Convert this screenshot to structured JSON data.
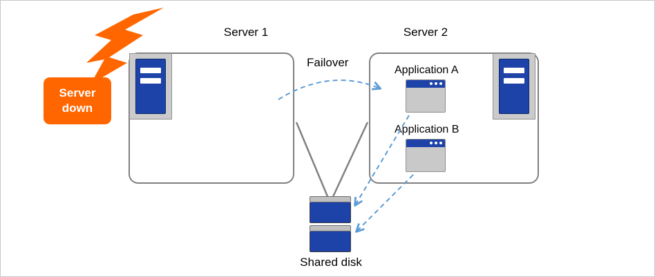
{
  "colors": {
    "accent_orange": "#FF6600",
    "node_blue": "#1E43A8",
    "dashed_arrow_blue": "#5B9BD5",
    "connector_gray": "#808080",
    "icon_frame_gray": "#CBCBCB",
    "box_border_gray": "#7F7F7F"
  },
  "callout": {
    "label": "Server down"
  },
  "servers": [
    {
      "label": "Server 1"
    },
    {
      "label": "Server 2"
    }
  ],
  "failover": {
    "label": "Failover"
  },
  "applications": [
    {
      "label": "Application A"
    },
    {
      "label": "Application B"
    }
  ],
  "shared_disk": {
    "label": "Shared disk"
  },
  "icons": {
    "lightning": "lightning-bolt",
    "server": "server-unit",
    "application": "application-window",
    "disk": "disk-stack"
  }
}
